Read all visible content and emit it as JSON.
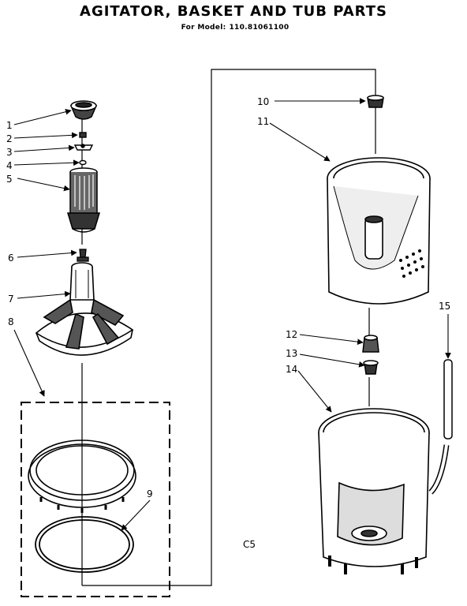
{
  "title": "AGITATOR, BASKET AND TUB PARTS",
  "model_label": "For Model:",
  "model_number": "110.81061100",
  "callouts": [
    "1",
    "2",
    "3",
    "4",
    "5",
    "6",
    "7",
    "8",
    "9",
    "10",
    "11",
    "12",
    "13",
    "14",
    "15"
  ],
  "corner_code": "C5"
}
